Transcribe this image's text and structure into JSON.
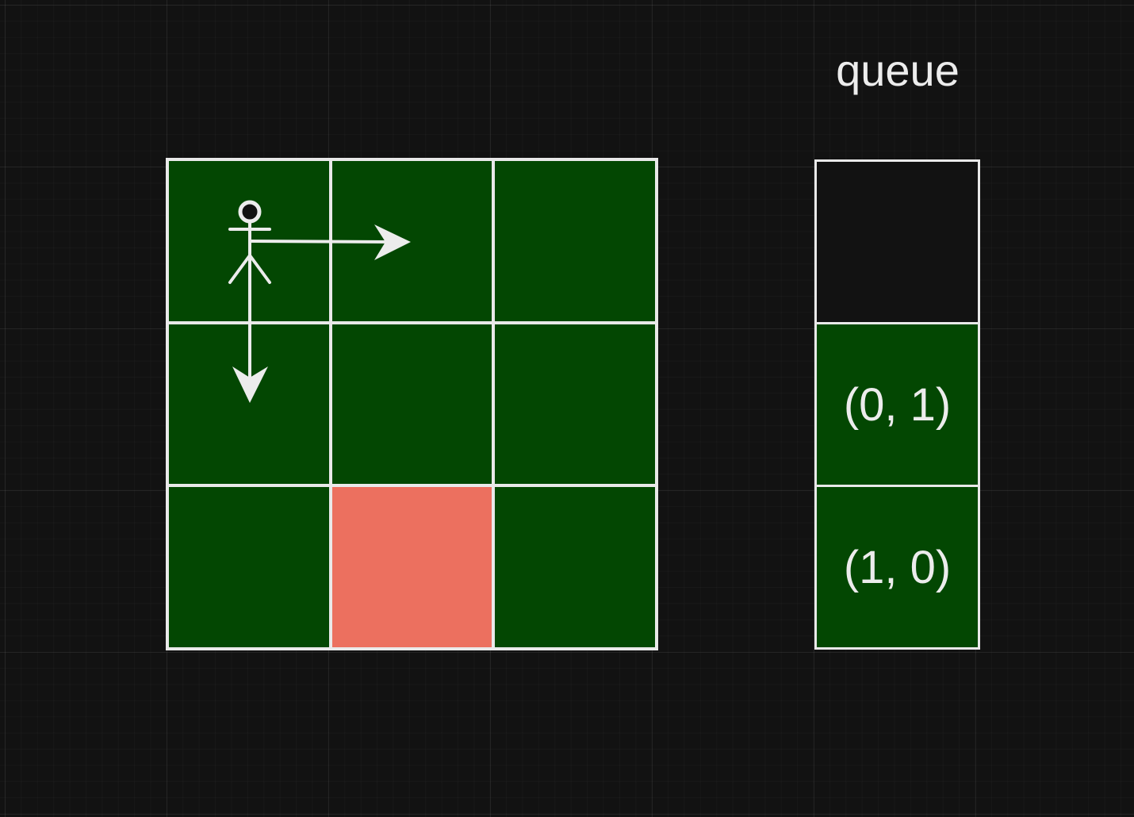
{
  "queue": {
    "title": "queue",
    "slots": [
      {
        "label": ""
      },
      {
        "label": "(0, 1)"
      },
      {
        "label": "(1, 0)"
      }
    ]
  },
  "grid": {
    "rows": 3,
    "cols": 3,
    "cells": [
      [
        "open",
        "open",
        "open"
      ],
      [
        "open",
        "open",
        "open"
      ],
      [
        "open",
        "blocked",
        "open"
      ]
    ]
  },
  "colors": {
    "background": "#121212",
    "open_cell": "#034702",
    "blocked_cell": "#ec705f",
    "line": "#e9e9e9"
  },
  "icons": {
    "person": "stick-figure-icon",
    "right": "arrow-right-icon",
    "down": "arrow-down-icon"
  }
}
